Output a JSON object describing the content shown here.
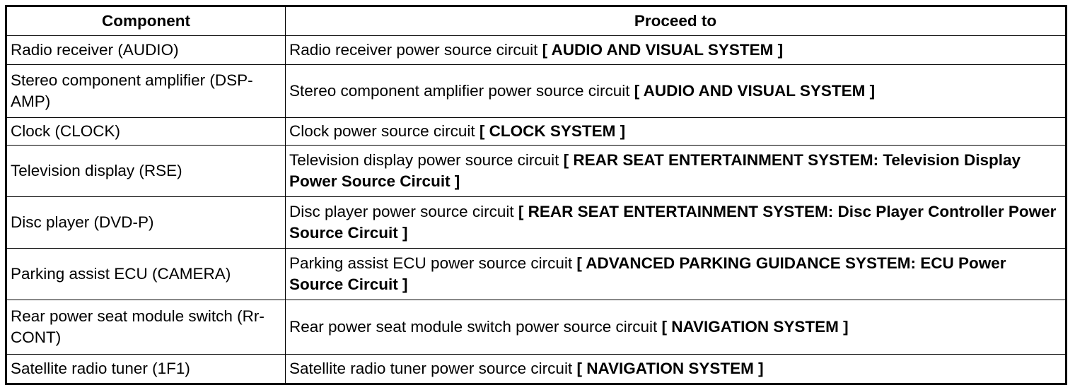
{
  "table": {
    "headers": {
      "component": "Component",
      "proceed": "Proceed to"
    },
    "rows": [
      {
        "component": "Radio receiver (AUDIO)",
        "text": "Radio receiver power source circuit ",
        "ref": "[ AUDIO AND VISUAL SYSTEM ]"
      },
      {
        "component": "Stereo component amplifier (DSP-AMP)",
        "text": "Stereo component amplifier power source circuit ",
        "ref": "[ AUDIO AND VISUAL SYSTEM ]"
      },
      {
        "component": "Clock (CLOCK)",
        "text": "Clock power source circuit ",
        "ref": "[ CLOCK SYSTEM ]"
      },
      {
        "component": "Television display (RSE)",
        "text": "Television display power source circuit ",
        "ref": "[ REAR SEAT ENTERTAINMENT SYSTEM: Television Display Power Source Circuit ]"
      },
      {
        "component": "Disc player (DVD-P)",
        "text": "Disc player power source circuit ",
        "ref": "[ REAR SEAT ENTERTAINMENT SYSTEM: Disc Player Controller Power Source Circuit ]"
      },
      {
        "component": "Parking assist ECU (CAMERA)",
        "text": "Parking assist ECU power source circuit ",
        "ref": "[ ADVANCED PARKING GUIDANCE SYSTEM: ECU Power Source Circuit ]"
      },
      {
        "component": "Rear power seat module switch (Rr-CONT)",
        "text": "Rear power seat module switch power source circuit ",
        "ref": "[ NAVIGATION SYSTEM ]"
      },
      {
        "component": "Satellite radio tuner (1F1)",
        "text": "Satellite radio tuner power source circuit ",
        "ref": "[ NAVIGATION SYSTEM ]"
      }
    ]
  }
}
